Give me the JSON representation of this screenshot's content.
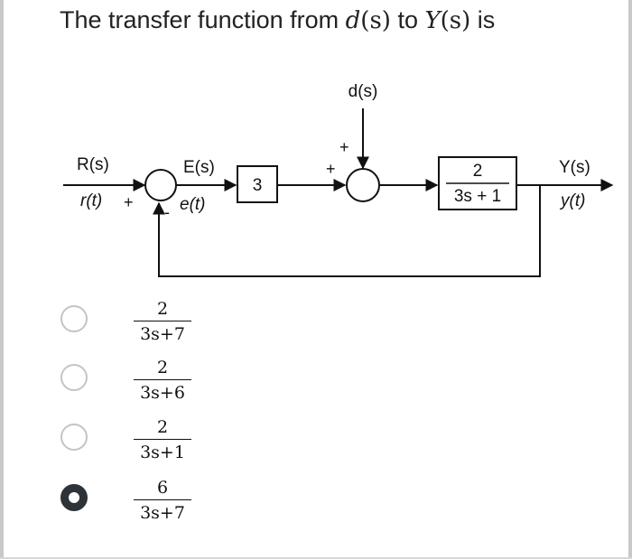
{
  "question": {
    "prefix": "The transfer function from ",
    "var1": "d",
    "arg1": "(s)",
    "mid": " to ",
    "var2": "Y",
    "arg2": "(s)",
    "suffix": " is"
  },
  "diagram": {
    "input_label": "R(s)",
    "input_time_label": "r(t)",
    "sum1_plus": "+",
    "sum1_minus": "-",
    "error_label": "E(s)",
    "error_time_label": "e(t)",
    "controller_gain": "3",
    "disturbance_label": "d(s)",
    "sum2_top_sign": "+",
    "sum2_left_sign": "+",
    "plant_numerator": "2",
    "plant_denominator": "3s + 1",
    "output_label": "Y(s)",
    "output_time_label": "y(t)"
  },
  "options": [
    {
      "numerator": "2",
      "denominator": "3s+7",
      "selected": false
    },
    {
      "numerator": "2",
      "denominator": "3s+6",
      "selected": false
    },
    {
      "numerator": "2",
      "denominator": "3s+1",
      "selected": false
    },
    {
      "numerator": "6",
      "denominator": "3s+7",
      "selected": true
    }
  ],
  "colors": {
    "selected_radio": "#2e3338",
    "unselected_radio": "#c4c4c4"
  }
}
